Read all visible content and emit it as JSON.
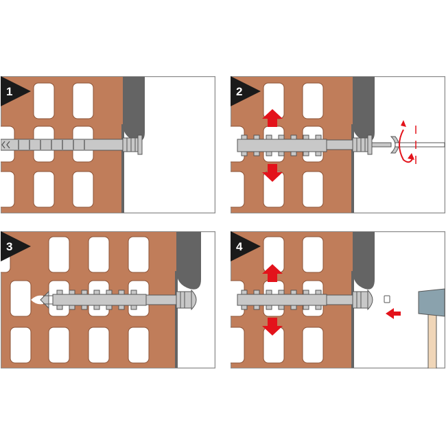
{
  "figure": {
    "colors": {
      "brick": "#c07d5a",
      "brick_dark": "#8a5236",
      "wall_white": "#ffffff",
      "frame_border": "#8c8c8c",
      "plaster": "#646464",
      "anchor": "#c8c8c8",
      "anchor_outline": "#555555",
      "arrow_red": "#e3131b",
      "badge": "#1a1a1a",
      "hammer_head": "#8aa2ad",
      "hammer_handle": "#f0d6b8"
    },
    "panels": [
      {
        "step": "1",
        "action": "drill-and-insert"
      },
      {
        "step": "2",
        "action": "screw-expand",
        "icon": "screwdriver-icon"
      },
      {
        "step": "3",
        "action": "push-through"
      },
      {
        "step": "4",
        "action": "hammer-expand",
        "icon": "hammer-icon"
      }
    ]
  }
}
